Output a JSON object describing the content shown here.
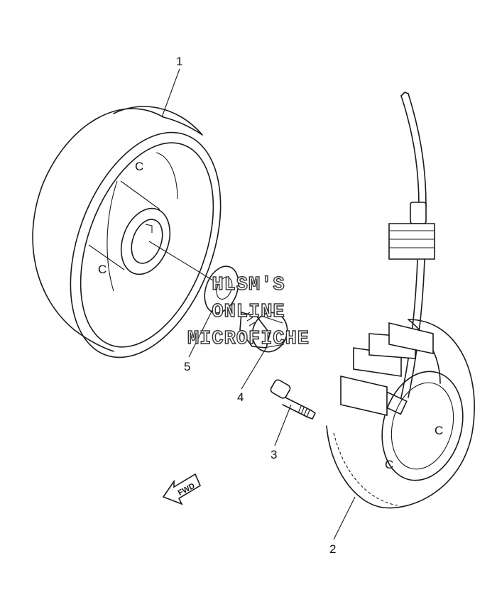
{
  "callouts": [
    {
      "id": "flywheel",
      "number": "1"
    },
    {
      "id": "stator",
      "number": "2"
    },
    {
      "id": "bolt",
      "number": "3"
    },
    {
      "id": "nut",
      "number": "4"
    },
    {
      "id": "washer",
      "number": "5"
    }
  ],
  "fwd_label": "FWD",
  "watermark": {
    "line1": "HLSM'S",
    "line2": "ONLINE",
    "line3": "MICROFICHE"
  },
  "part_marks": {
    "flywheel_mark": "C",
    "stator_mark": "C"
  }
}
